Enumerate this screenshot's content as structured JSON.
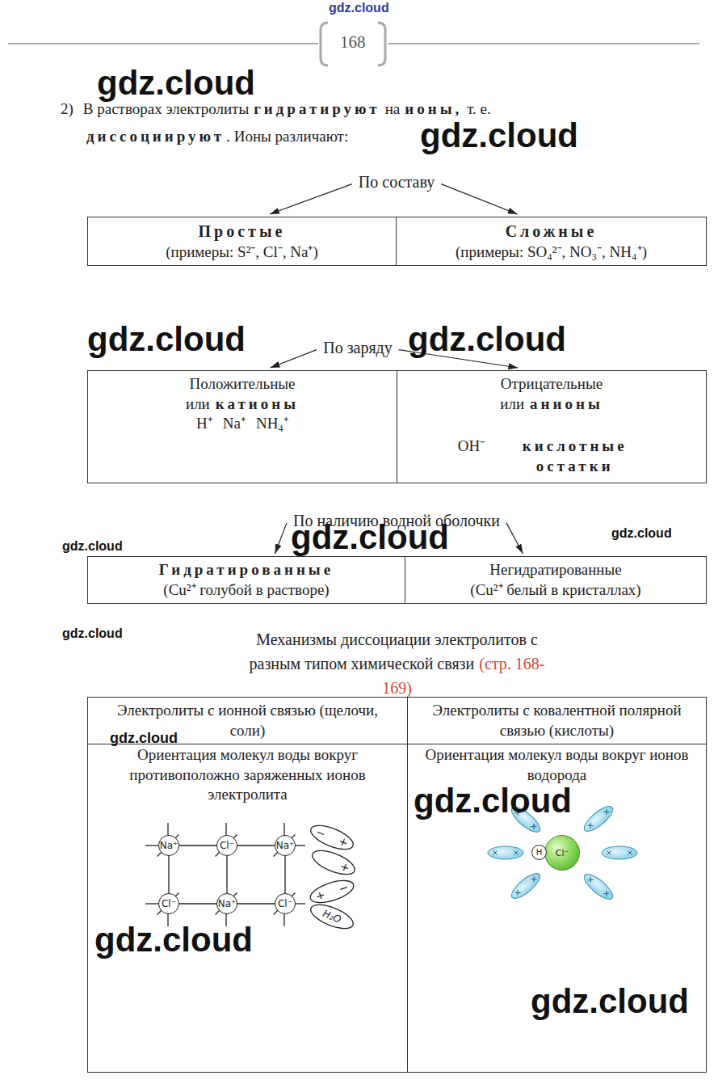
{
  "diagram": {
    "title": "Механизмы диссоциации электролитов с разным типом химической связи",
    "nodes": [
      {
        "text": [
          "По составу"
        ]
      },
      {
        "text": [
          "Простые",
          "(примеры: S²⁻, Cl⁻, Na⁺)"
        ]
      },
      {
        "text": [
          "Сложные",
          "(примеры: SO₄²⁻, NO₃⁻, NH₄⁺)"
        ]
      },
      {
        "text": [
          "По заряду"
        ]
      },
      {
        "text": [
          "Положительные",
          "или",
          "катионы",
          "H⁺",
          "Na⁺",
          "NH₄⁺"
        ]
      },
      {
        "text": [
          "Отрицательные",
          "или",
          "анионы",
          "OH⁻",
          "кислотные остатки"
        ]
      },
      {
        "text": [
          "По наличию водной оболочки"
        ]
      },
      {
        "text": [
          "Гидратированные",
          "(Cu²⁺ голубой в растворе)"
        ]
      },
      {
        "text": [
          "Негидратированные",
          "(Cu²⁺ белый в кристаллах)"
        ]
      },
      {
        "text": [
          "Электролиты с ионной связью (щелочи, соли)"
        ]
      },
      {
        "text": [
          "Электролиты с ковалентной полярной связью (кислоты)"
        ]
      },
      {
        "text": [
          "Ориентация молекул воды вокруг противоположно заряженных ионов электролита"
        ]
      },
      {
        "text": [
          "Na⁺"
        ],
        "in": 11
      },
      {
        "text": [
          "Cl⁻"
        ],
        "in": 11
      },
      {
        "text": [
          "Na⁺"
        ],
        "in": 11
      },
      {
        "text": [
          "Cl⁻"
        ],
        "in": 11
      },
      {
        "text": [
          "Na⁺"
        ],
        "in": 11
      },
      {
        "text": [
          "Cl⁻"
        ],
        "in": 11
      },
      {
        "text": [
          "−",
          "+"
        ],
        "in": 11
      },
      {
        "text": [
          "+"
        ],
        "in": 11
      },
      {
        "text": [
          "+",
          "−"
        ],
        "in": 11
      },
      {
        "text": [
          "H₂O"
        ],
        "in": 11
      },
      {
        "text": [
          "Ориентация молекул воды вокруг ионов водорода"
        ]
      },
      {
        "text": [
          "H"
        ],
        "in": 22
      },
      {
        "text": [
          "Cl⁻"
        ],
        "in": 22
      }
    ],
    "edges": [
      {
        "from": 0,
        "to": 1,
        "arrow": "to"
      },
      {
        "from": 0,
        "to": 2,
        "arrow": "to"
      },
      {
        "from": 3,
        "to": 4,
        "arrow": "to"
      },
      {
        "from": 3,
        "to": 5,
        "arrow": "to"
      },
      {
        "from": 6,
        "to": 7,
        "arrow": "to"
      },
      {
        "from": 6,
        "to": 8,
        "arrow": "to"
      },
      {
        "from": 12,
        "to": 13,
        "arrow": "none"
      },
      {
        "from": 13,
        "to": 14,
        "arrow": "none"
      },
      {
        "from": 15,
        "to": 16,
        "arrow": "none"
      },
      {
        "from": 16,
        "to": 17,
        "arrow": "none"
      },
      {
        "from": 12,
        "to": 15,
        "arrow": "none"
      },
      {
        "from": 13,
        "to": 16,
        "arrow": "none"
      },
      {
        "from": 14,
        "to": 17,
        "arrow": "none"
      }
    ],
    "labels": [
      "gdz.cloud",
      "168",
      "gdz.cloud",
      "2)",
      "В растворах электролиты",
      "гидратируют",
      "на",
      "ионы,",
      "т. е.",
      "диссоциируют",
      ". Ионы различают:",
      "gdz.cloud",
      "gdz.cloud",
      "gdz.cloud",
      "gdz.cloud",
      "gdz.cloud",
      "gdz.cloud",
      "(стр. 168-169)",
      "gdz.cloud",
      "gdz.cloud",
      "gdz.cloud",
      "gdz.cloud",
      "gdz.cloud"
    ]
  }
}
